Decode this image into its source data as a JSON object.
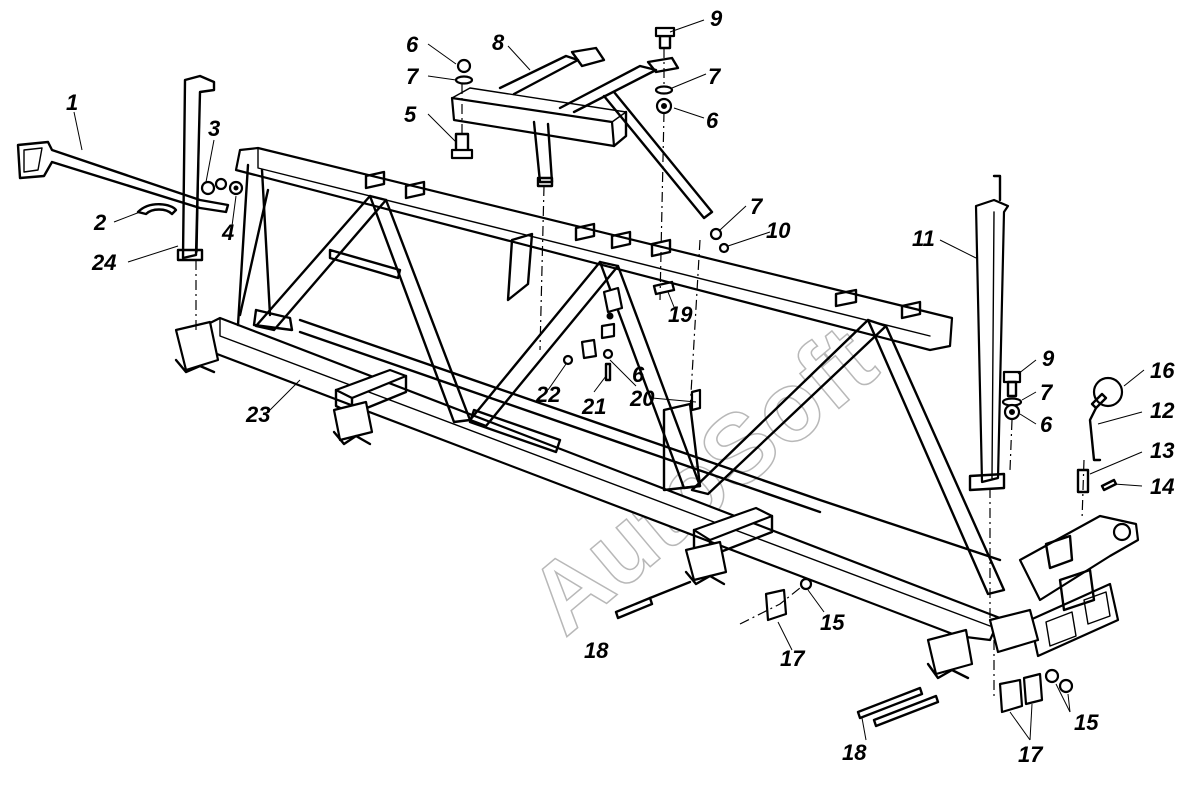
{
  "watermark": "AutoSoft",
  "callouts": [
    {
      "id": "c1",
      "label": "1"
    },
    {
      "id": "c2",
      "label": "2"
    },
    {
      "id": "c3",
      "label": "3"
    },
    {
      "id": "c4",
      "label": "4"
    },
    {
      "id": "c5",
      "label": "5"
    },
    {
      "id": "c6a",
      "label": "6"
    },
    {
      "id": "c6b",
      "label": "6"
    },
    {
      "id": "c6c",
      "label": "6"
    },
    {
      "id": "c6d",
      "label": "6"
    },
    {
      "id": "c7a",
      "label": "7"
    },
    {
      "id": "c7b",
      "label": "7"
    },
    {
      "id": "c7c",
      "label": "7"
    },
    {
      "id": "c7d",
      "label": "7"
    },
    {
      "id": "c8",
      "label": "8"
    },
    {
      "id": "c9a",
      "label": "9"
    },
    {
      "id": "c9b",
      "label": "9"
    },
    {
      "id": "c10",
      "label": "10"
    },
    {
      "id": "c11",
      "label": "11"
    },
    {
      "id": "c12",
      "label": "12"
    },
    {
      "id": "c13",
      "label": "13"
    },
    {
      "id": "c14",
      "label": "14"
    },
    {
      "id": "c15a",
      "label": "15"
    },
    {
      "id": "c15b",
      "label": "15"
    },
    {
      "id": "c16",
      "label": "16"
    },
    {
      "id": "c17a",
      "label": "17"
    },
    {
      "id": "c17b",
      "label": "17"
    },
    {
      "id": "c18a",
      "label": "18"
    },
    {
      "id": "c18b",
      "label": "18"
    },
    {
      "id": "c19",
      "label": "19"
    },
    {
      "id": "c20",
      "label": "20"
    },
    {
      "id": "c21",
      "label": "21"
    },
    {
      "id": "c22",
      "label": "22"
    },
    {
      "id": "c23",
      "label": "23"
    },
    {
      "id": "c24",
      "label": "24"
    }
  ]
}
